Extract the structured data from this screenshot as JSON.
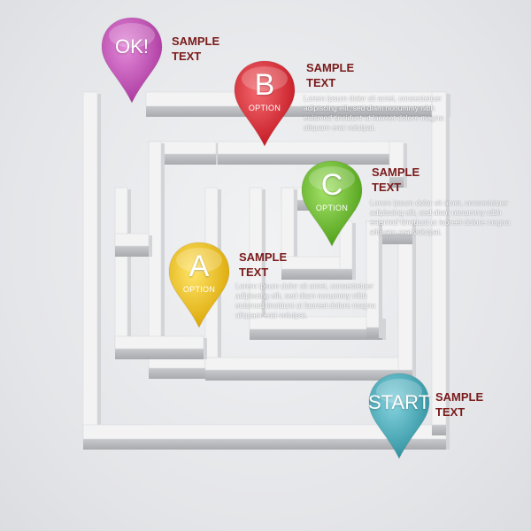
{
  "labels": {
    "ok": {
      "line1": "SAMPLE",
      "line2": "TEXT"
    },
    "b": {
      "line1": "SAMPLE",
      "line2": "TEXT"
    },
    "c": {
      "line1": "SAMPLE",
      "line2": "TEXT"
    },
    "a": {
      "line1": "SAMPLE",
      "line2": "TEXT"
    },
    "start": {
      "line1": "SAMPLE",
      "line2": "TEXT"
    }
  },
  "pins": {
    "ok": {
      "text": "OK!",
      "sub": "",
      "color": "#c451b8"
    },
    "b": {
      "text": "B",
      "sub": "OPTION",
      "color": "#e0303a"
    },
    "c": {
      "text": "C",
      "sub": "OPTION",
      "color": "#6cc22a"
    },
    "a": {
      "text": "A",
      "sub": "OPTION",
      "color": "#f2c81a"
    },
    "start": {
      "text": "START",
      "sub": "",
      "color": "#3aa9b8"
    }
  },
  "body_text": {
    "b": "Lorem ipsum dolor sit amet, consectetuer adipiscing elit, sed diam nonummy nibh euismod tincidunt ut laoreet dolore magna aliquam erat volutpat.",
    "c": "Lorem ipsum dolor sit amet, consectetuer adipiscing elit, sed diam nonummy nibh euismod tincidunt ut laoreet dolore magna aliquam erat volutpat.",
    "a": "Lorem ipsum dolor sit amet, consectetuer adipiscing elit, sed diam nonummy nibh euismod tincidunt ut laoreet dolore magna aliquam erat volutpat."
  },
  "colors": {
    "label_text": "#7a1a1a",
    "maze_top": "#f3f3f4",
    "maze_side": "#b9babd"
  }
}
